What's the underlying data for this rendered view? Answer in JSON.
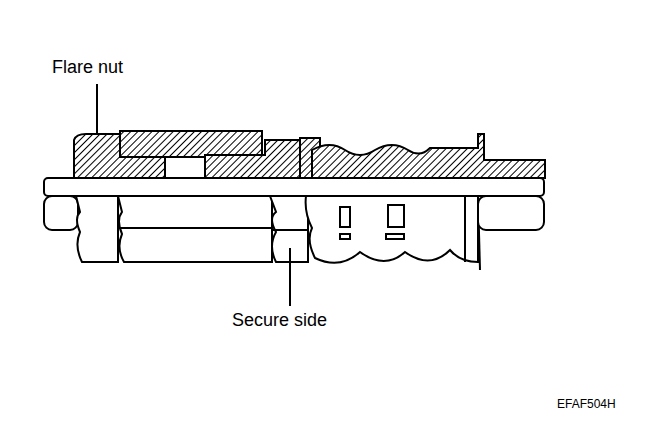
{
  "diagram": {
    "labels": [
      "Flare nut",
      "Secure side",
      "EFAF504H"
    ]
  }
}
